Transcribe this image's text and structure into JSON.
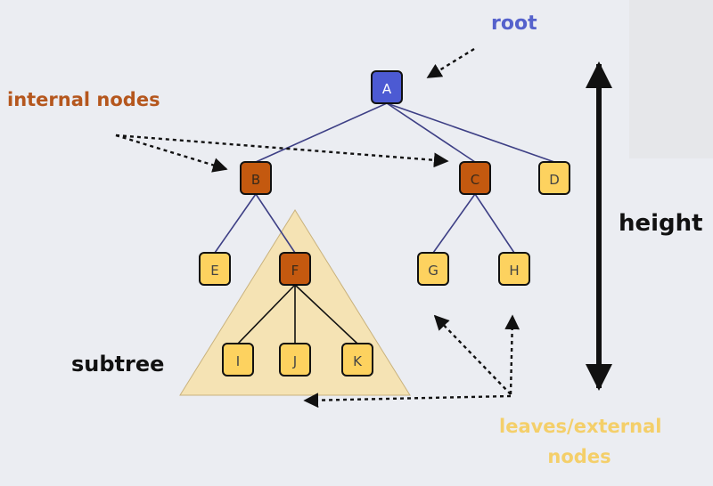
{
  "labels": {
    "root": "root",
    "internal_nodes": "internal nodes",
    "height": "height",
    "subtree": "subtree",
    "leaves_line1": "leaves/external",
    "leaves_line2": "nodes"
  },
  "nodes": {
    "A": "A",
    "B": "B",
    "C": "C",
    "D": "D",
    "E": "E",
    "F": "F",
    "G": "G",
    "H": "H",
    "I": "I",
    "J": "J",
    "K": "K"
  },
  "colors": {
    "background": "#ebedf2",
    "root_fill": "#4c5ad3",
    "internal_fill": "#c4590f",
    "leaf_fill": "#fdd25f",
    "subtree_fill": "#f5e3b4",
    "edge": "#3d3f85",
    "root_label": "#5562cc",
    "internal_label": "#b5571e",
    "leaves_label": "#f4cf6a"
  }
}
